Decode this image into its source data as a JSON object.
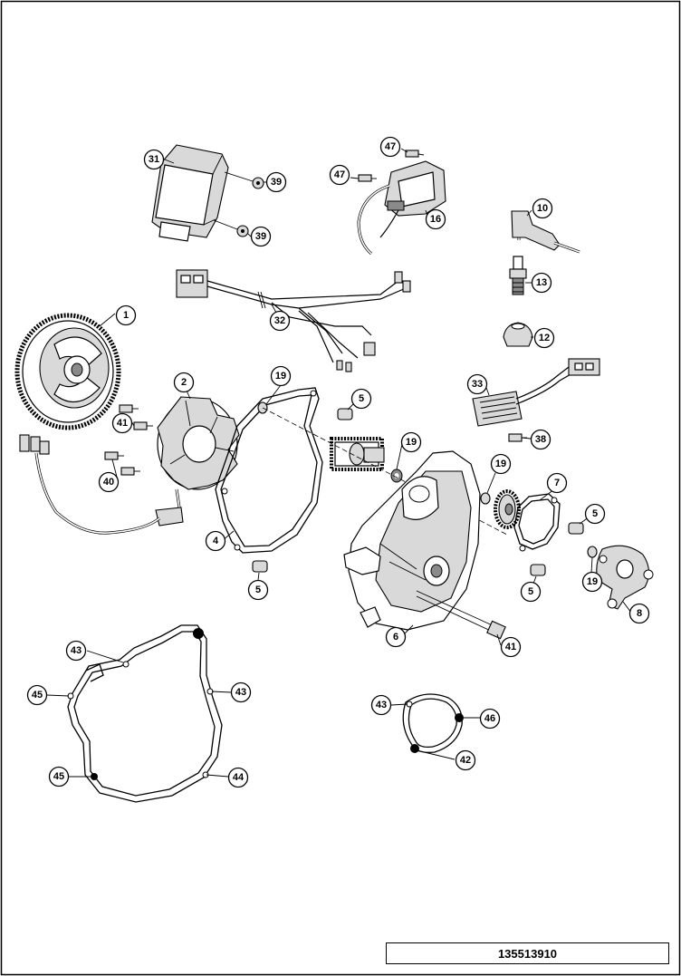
{
  "document_code": "135513910",
  "callout_numbers": {
    "c1": "1",
    "c2": "2",
    "c4": "4",
    "c5a": "5",
    "c5b": "5",
    "c5c": "5",
    "c5d": "5",
    "c6": "6",
    "c7": "7",
    "c8": "8",
    "c10": "10",
    "c12": "12",
    "c13": "13",
    "c16": "16",
    "c19a": "19",
    "c19b": "19",
    "c19c": "19",
    "c19d": "19",
    "c31": "31",
    "c32": "32",
    "c33": "33",
    "c38": "38",
    "c39a": "39",
    "c39b": "39",
    "c40": "40",
    "c41a": "41",
    "c41b": "41",
    "c42": "42",
    "c43a": "43",
    "c43b": "43",
    "c43c": "43",
    "c44": "44",
    "c45a": "45",
    "c45b": "45",
    "c46": "46",
    "c47a": "47",
    "c47b": "47"
  }
}
